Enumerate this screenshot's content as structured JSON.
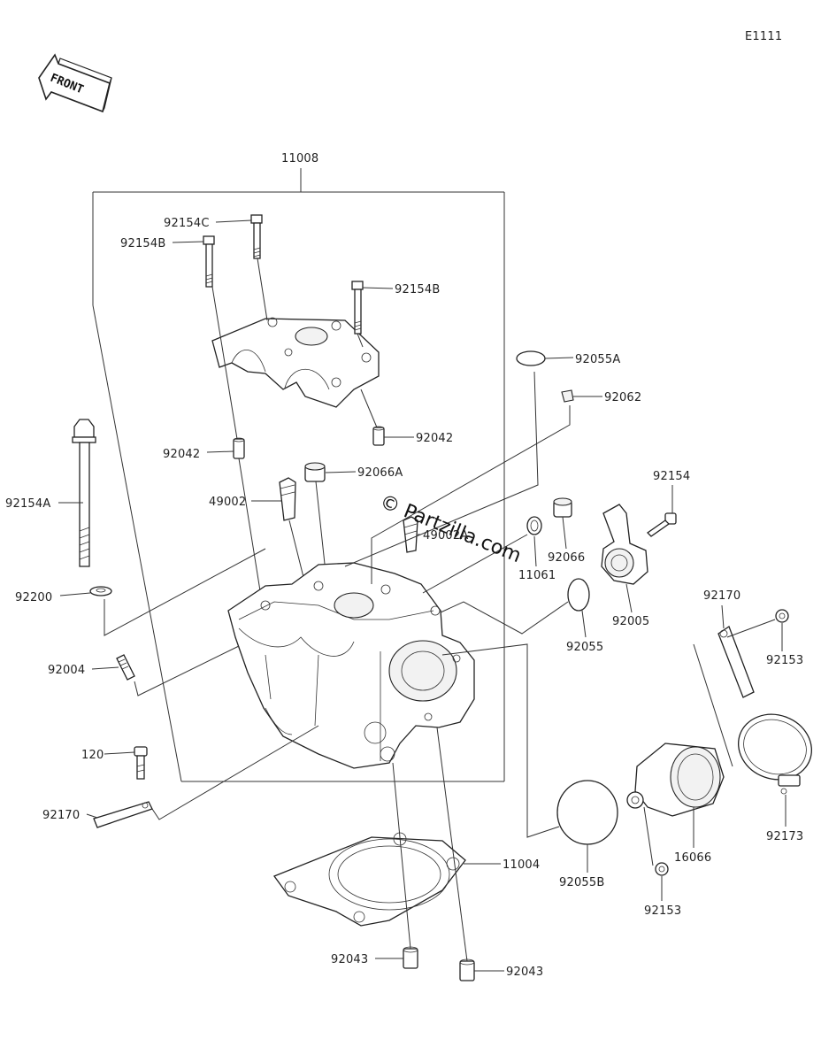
{
  "diagram_code": "E1111",
  "front_label": "FRONT",
  "watermark": "© Partzilla.com",
  "callouts": {
    "c11008": "11008",
    "c92154C": "92154C",
    "c92154B_left": "92154B",
    "c92154B_right": "92154B",
    "c92055A": "92055A",
    "c92062": "92062",
    "c92042_left": "92042",
    "c92042_right": "92042",
    "c92066A": "92066A",
    "c92154": "92154",
    "c92154A": "92154A",
    "c49002": "49002",
    "c49002A": "49002A",
    "c11061": "11061",
    "c92066": "92066",
    "c92200": "92200",
    "c92005": "92005",
    "c92055": "92055",
    "c92170_right": "92170",
    "c92153_right": "92153",
    "c92004": "92004",
    "c120": "120",
    "c92170_left": "92170",
    "c11004": "11004",
    "c92055B": "92055B",
    "c16066": "16066",
    "c92173": "92173",
    "c92153_bottom": "92153",
    "c92043_left": "92043",
    "c92043_right": "92043"
  }
}
